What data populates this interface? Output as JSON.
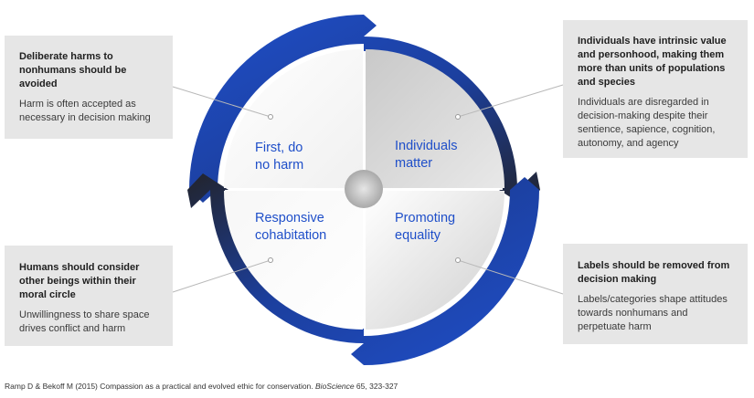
{
  "quadrants": {
    "top_left": {
      "line1": "First, do",
      "line2": "no harm"
    },
    "top_right": {
      "line1": "Individuals",
      "line2": "matter"
    },
    "bottom_left": {
      "line1": "Responsive",
      "line2": "cohabitation"
    },
    "bottom_right": {
      "line1": "Promoting",
      "line2": "equality"
    }
  },
  "boxes": {
    "top_left": {
      "title": "Deliberate harms to nonhumans should be avoided",
      "body": "Harm is often accepted as necessary in decision making"
    },
    "top_right": {
      "title": "Individuals have intrinsic value and personhood, making them more than units of populations and species",
      "body": "Individuals are disregarded in decision-making despite their sentience, sapience, cognition, autonomy, and agency"
    },
    "bottom_left": {
      "title": "Humans should consider other beings within their moral circle",
      "body": "Unwillingness to share space drives conflict and harm"
    },
    "bottom_right": {
      "title": "Labels should be removed from decision making",
      "body": "Labels/categories shape attitudes towards nonhumans and perpetuate harm"
    }
  },
  "citation": {
    "prefix": "Ramp D & Bekoff M (2015) Compassion as a practical and evolved ethic for conservation. ",
    "journal": "BioScience",
    "suffix": " 65, 323-327"
  },
  "colors": {
    "ring_blue": "#1f4fc9",
    "ring_dark": "#252530",
    "label_blue": "#1f4fc9",
    "box_bg": "#e6e6e6"
  }
}
